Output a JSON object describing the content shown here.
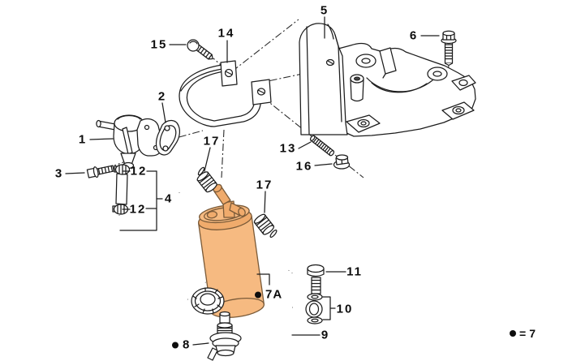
{
  "meta": {
    "diagram_type": "exploded-parts-diagram",
    "background_color": "#ffffff",
    "line_color": "#1c1c1c",
    "highlight_fill": "#F6BA81",
    "highlight_fill_dark": "#F0AB6C",
    "highlight_stroke": "#7a5a38"
  },
  "callouts": {
    "c1": "1",
    "c2": "2",
    "c3": "3",
    "c4": "4",
    "c5": "5",
    "c6": "6",
    "c7a": "7A",
    "c8": "8",
    "c9": "9",
    "c10": "10",
    "c11": "11",
    "c12a": "12",
    "c12b": "12",
    "c13": "13",
    "c14": "14",
    "c15": "15",
    "c16": "16",
    "c17a": "17",
    "c17b": "17"
  },
  "legend": {
    "equals": "=",
    "part": "7"
  }
}
